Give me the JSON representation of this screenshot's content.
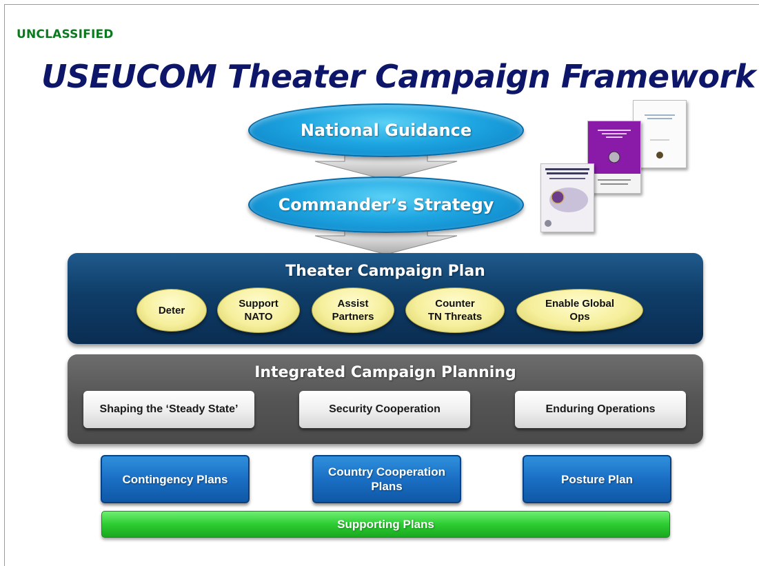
{
  "header": {
    "classification": "UNCLASSIFIED",
    "title": "USEUCOM Theater Campaign Framework"
  },
  "flow": {
    "national_guidance": "National Guidance",
    "commanders_strategy": "Commander’s Strategy"
  },
  "theater_campaign_plan": {
    "title": "Theater Campaign Plan",
    "goals": [
      "Deter",
      "Support\nNATO",
      "Assist\nPartners",
      "Counter\nTN Threats",
      "Enable Global\nOps"
    ]
  },
  "integrated_campaign_planning": {
    "title": "Integrated Campaign Planning",
    "items": [
      "Shaping the ‘Steady State’",
      "Security Cooperation",
      "Enduring Operations"
    ]
  },
  "plans": [
    "Contingency Plans",
    "Country Cooperation\nPlans",
    "Posture Plan"
  ],
  "supporting": "Supporting Plans",
  "colors": {
    "classification": "#0b7a1e",
    "title": "#0d1668",
    "oval": "#1ea6e2",
    "tcp_panel": "#0f3d68",
    "goal_fill": "#f6ef9c",
    "icp_panel": "#555555",
    "plan_fill": "#1a6fc4",
    "supporting_fill": "#2dcc32",
    "doc_purple": "#8a1aa8"
  }
}
